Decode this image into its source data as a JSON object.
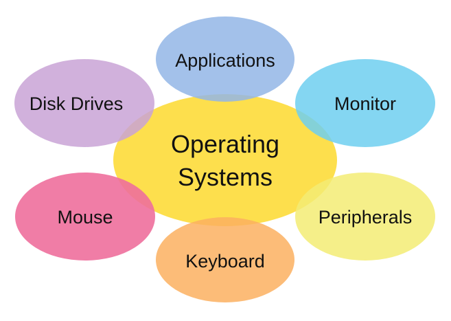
{
  "center": {
    "line1": "Operating",
    "line2": "Systems",
    "color": "#fddc3a"
  },
  "nodes": {
    "applications": {
      "label": "Applications",
      "color": "#93b6e6"
    },
    "disk_drives": {
      "label": "Disk Drives",
      "color": "#c9a3d6"
    },
    "monitor": {
      "label": "Monitor",
      "color": "#6fcff0"
    },
    "mouse": {
      "label": "Mouse",
      "color": "#ee6f9c"
    },
    "peripherals": {
      "label": "Peripherals",
      "color": "#f3ec74"
    },
    "keyboard": {
      "label": "Keyboard",
      "color": "#fbb060"
    }
  }
}
